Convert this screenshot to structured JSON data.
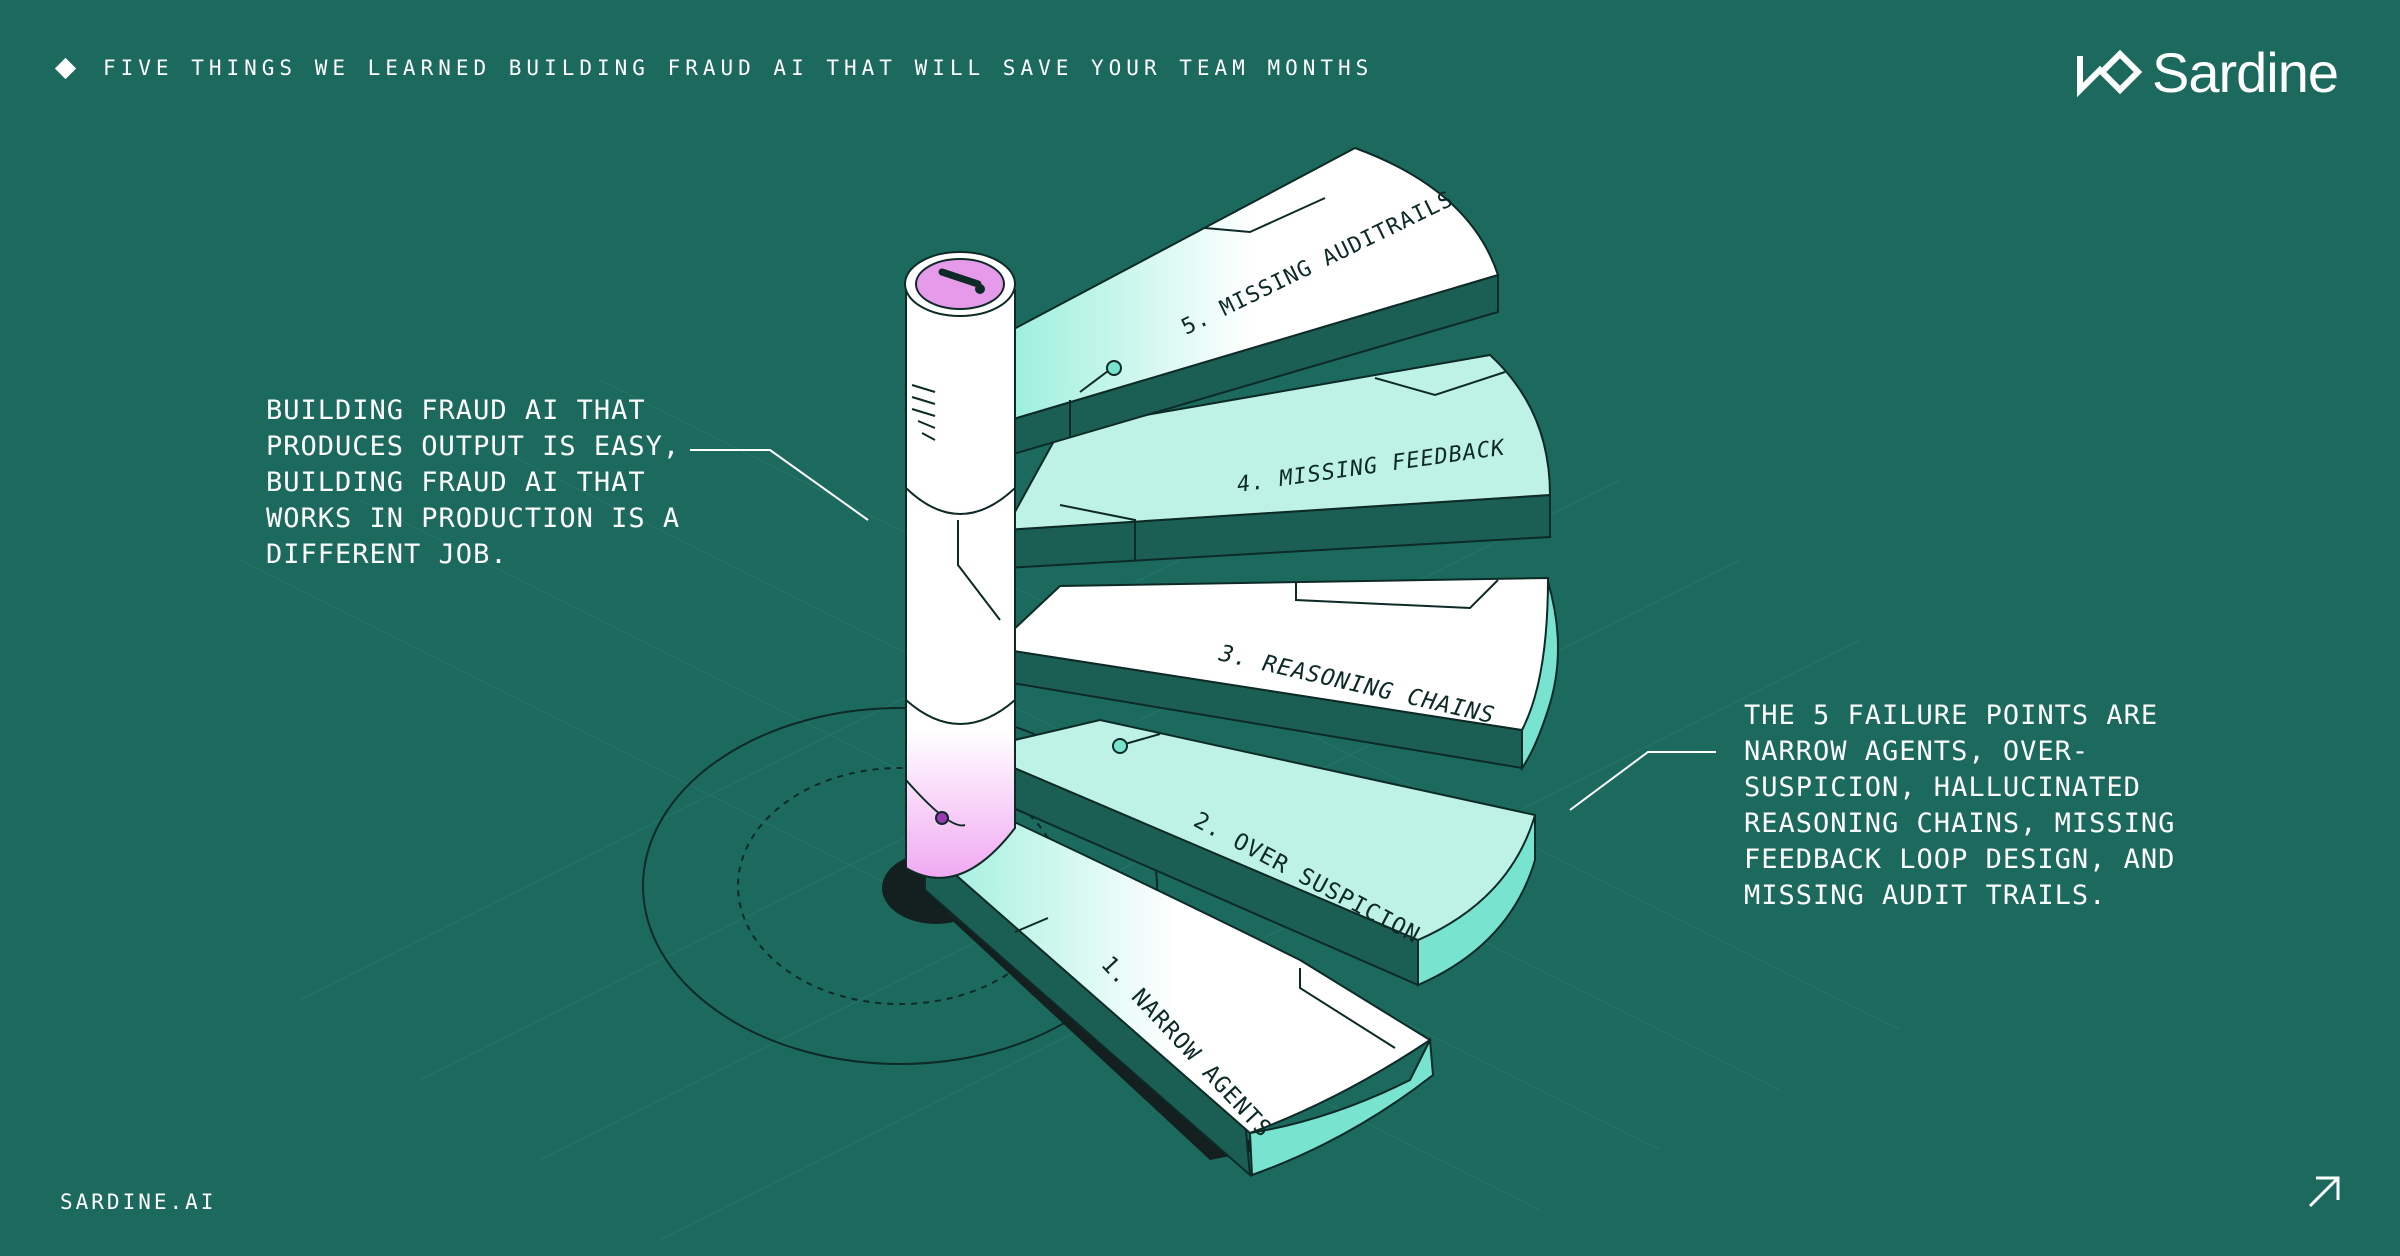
{
  "header": {
    "title": "FIVE THINGS WE LEARNED BUILDING FRAUD AI THAT WILL SAVE YOUR TEAM MONTHS",
    "title_icon": "diamond-bullet",
    "logo_text": "Sardine",
    "logo_icon": "sardine-logo-mark"
  },
  "callouts": {
    "left": [
      "BUILDING FRAUD AI THAT",
      "PRODUCES OUTPUT IS EASY,",
      "BUILDING FRAUD AI THAT",
      "WORKS IN PRODUCTION IS A",
      "DIFFERENT JOB."
    ],
    "right": [
      "THE 5 FAILURE POINTS ARE",
      "NARROW AGENTS, OVER-",
      "SUSPICION, HALLUCINATED",
      "REASONING CHAINS, MISSING",
      "FEEDBACK LOOP DESIGN, AND",
      "MISSING AUDIT TRAILS."
    ]
  },
  "steps": [
    {
      "label": "1. NARROW AGENTS"
    },
    {
      "label": "2. OVER SUSPICION"
    },
    {
      "label": "3. REASONING CHAINS"
    },
    {
      "label": "4. MISSING FEEDBACK"
    },
    {
      "label": "5. MISSING AUDITRAILS"
    }
  ],
  "footer": {
    "url": "SARDINE.AI",
    "link_icon": "arrow-up-right-icon"
  },
  "colors": {
    "background": "#1c6a5e",
    "step_face": "#ffffff",
    "step_mint": "#bff2e6",
    "step_edge": "#78e4cf",
    "step_dark": "#1b5f54",
    "outline": "#0d2a26",
    "pillar_top": "#e59be9",
    "text": "#ffffff"
  }
}
